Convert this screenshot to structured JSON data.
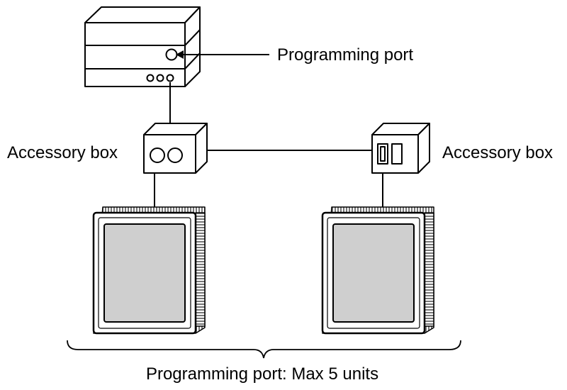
{
  "labels": {
    "programming_port": "Programming port",
    "accessory_box_left": "Accessory box",
    "accessory_box_right": "Accessory box",
    "bottom_caption": "Programming port: Max 5 units"
  }
}
